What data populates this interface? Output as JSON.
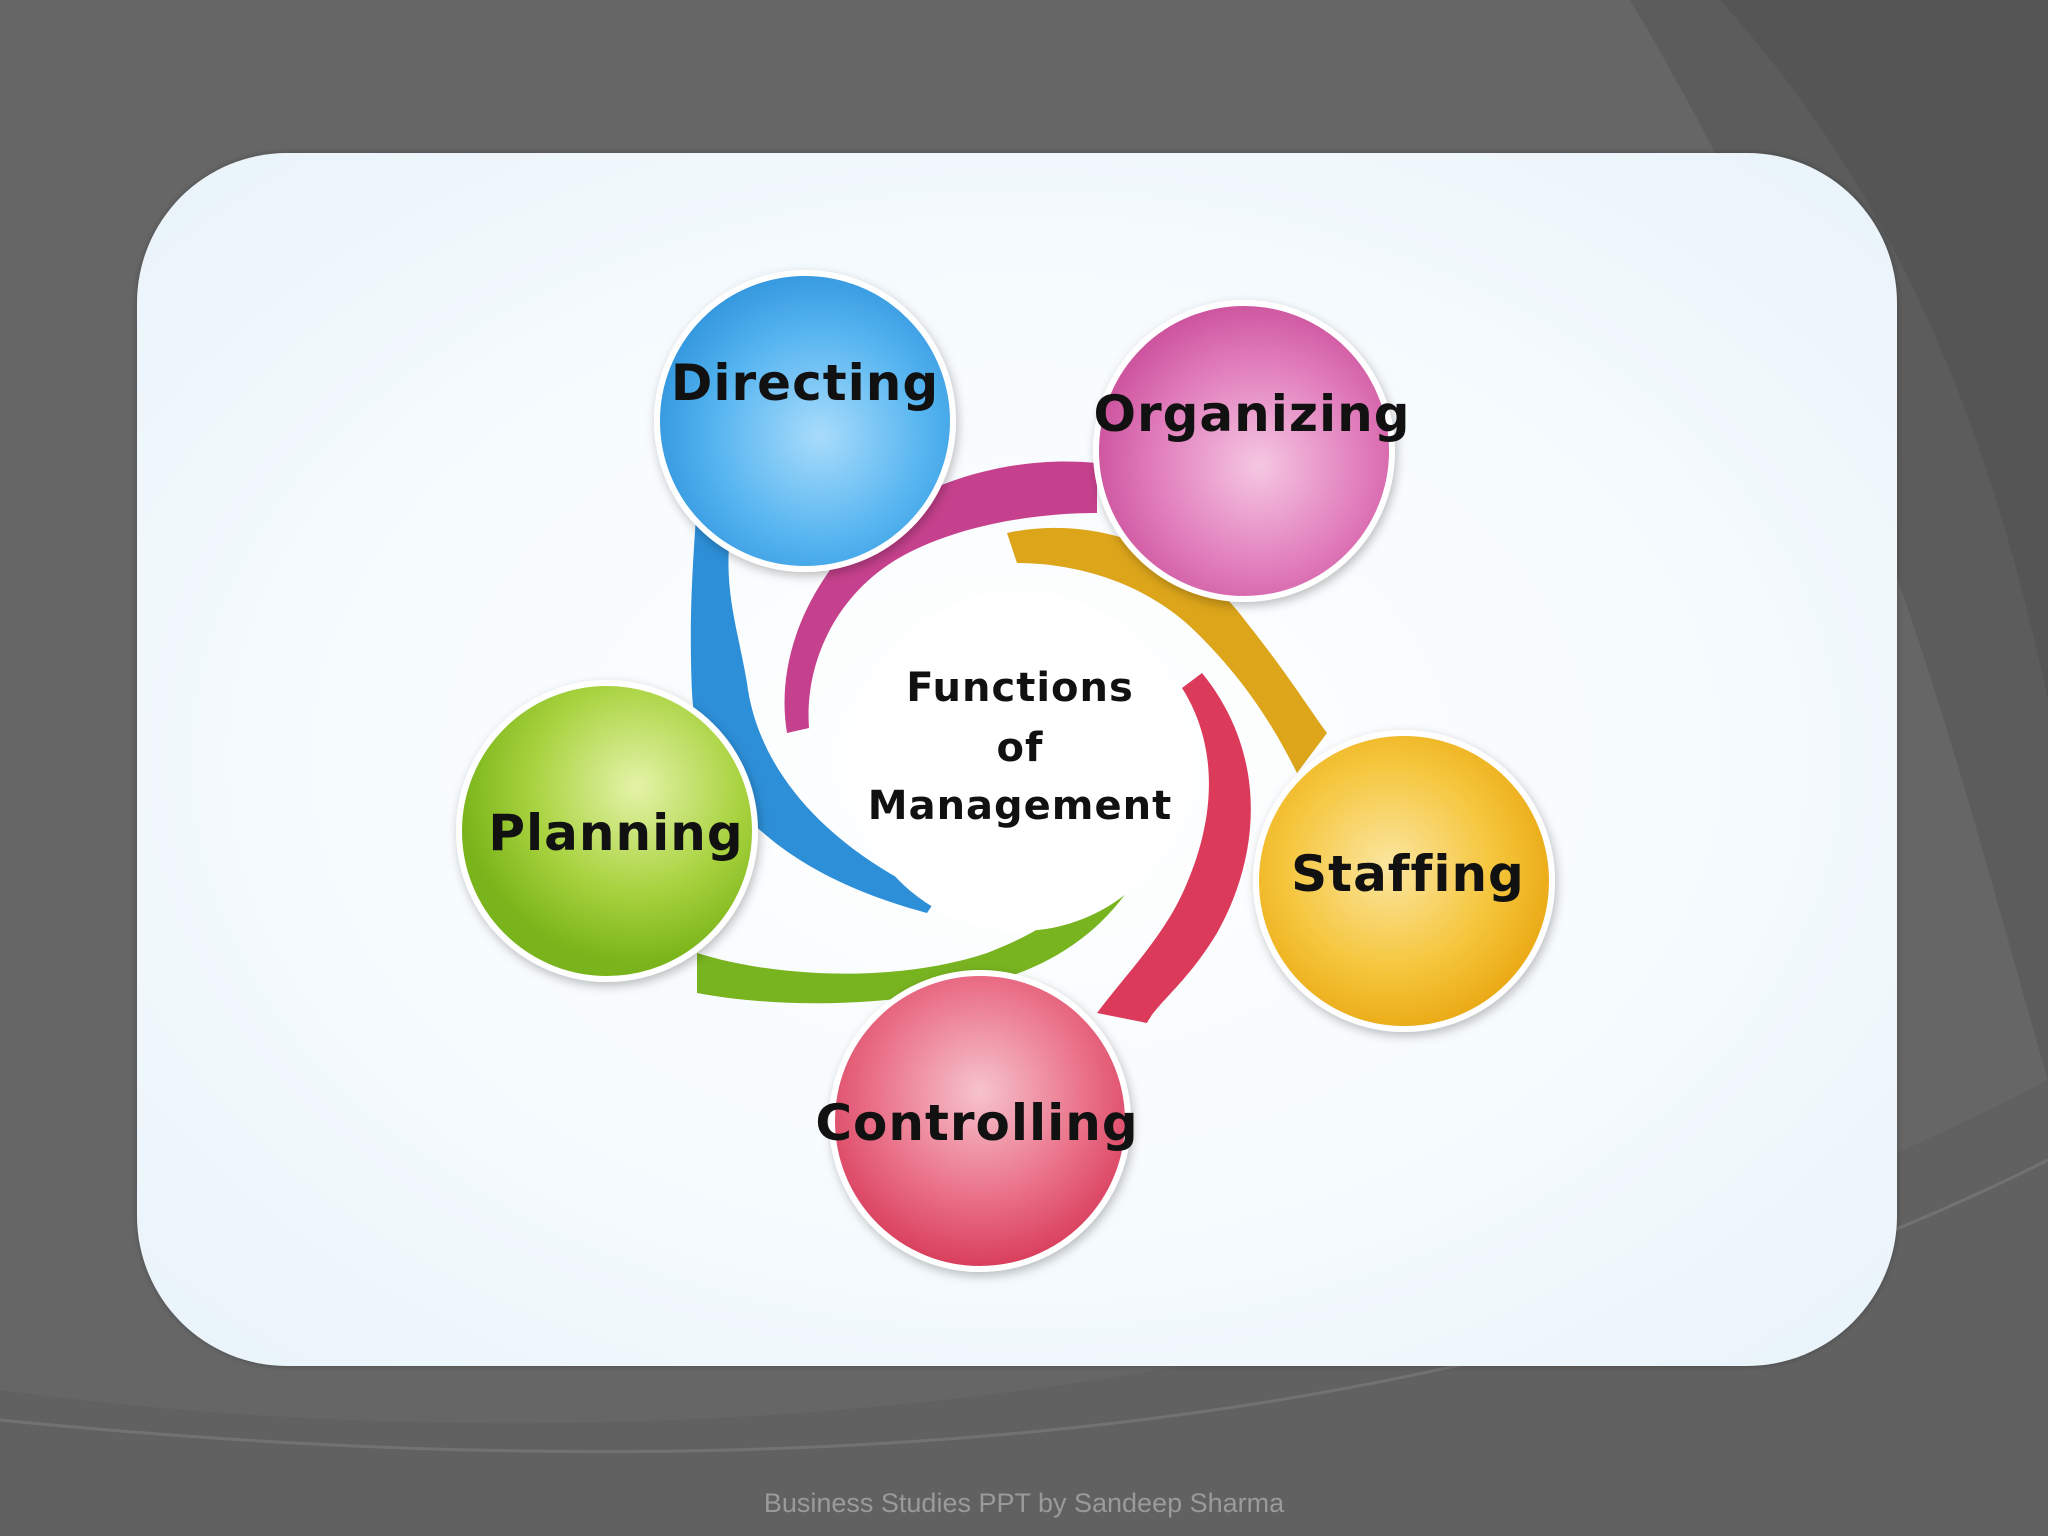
{
  "diagram": {
    "center": {
      "lines": [
        "Functions",
        "of",
        "Management"
      ]
    },
    "functions": [
      {
        "label": "Directing",
        "color": "#3aa2e6"
      },
      {
        "label": "Organizing",
        "color": "#d95aa6"
      },
      {
        "label": "Staffing",
        "color": "#f2b51c"
      },
      {
        "label": "Controlling",
        "color": "#e44a68"
      },
      {
        "label": "Planning",
        "color": "#8cc21e"
      }
    ]
  },
  "footer": {
    "credit": "Business Studies PPT by Sandeep Sharma"
  },
  "colors": {
    "slide_background": "#666666",
    "card_background": "#f4f9fd"
  }
}
